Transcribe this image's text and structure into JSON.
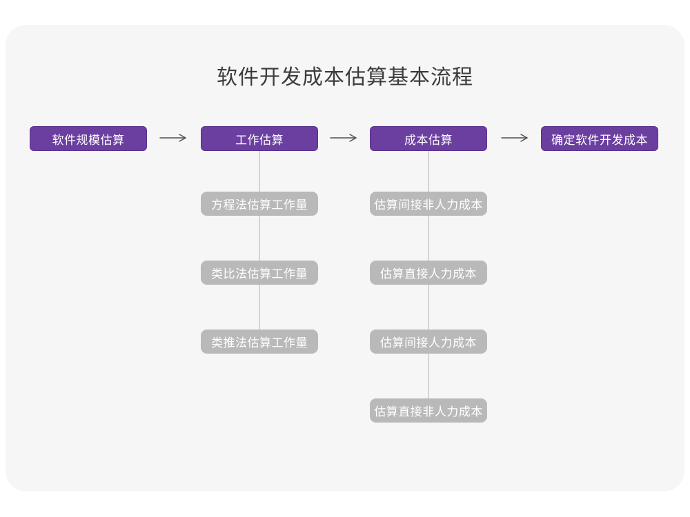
{
  "title": "软件开发成本估算基本流程",
  "colors": {
    "card_background": "#f6f6f7",
    "primary_fill": "#6b3fa0",
    "primary_border": "#5a3190",
    "secondary_fill": "#b9b9b9",
    "box_text": "#ffffff",
    "title_text": "#3c3c3c",
    "arrow": "#4d4d4d",
    "connector": "#d4d4d4"
  },
  "flow": {
    "main_steps": [
      {
        "label": "软件规模估算"
      },
      {
        "label": "工作估算"
      },
      {
        "label": "成本估算"
      },
      {
        "label": "确定软件开发成本"
      }
    ],
    "work_estimation_methods": [
      {
        "label": "方程法估算工作量"
      },
      {
        "label": "类比法估算工作量"
      },
      {
        "label": "类推法估算工作量"
      }
    ],
    "cost_estimation_steps": [
      {
        "label": "估算间接非人力成本"
      },
      {
        "label": "估算直接人力成本"
      },
      {
        "label": "估算间接人力成本"
      },
      {
        "label": "估算直接非人力成本"
      }
    ]
  }
}
